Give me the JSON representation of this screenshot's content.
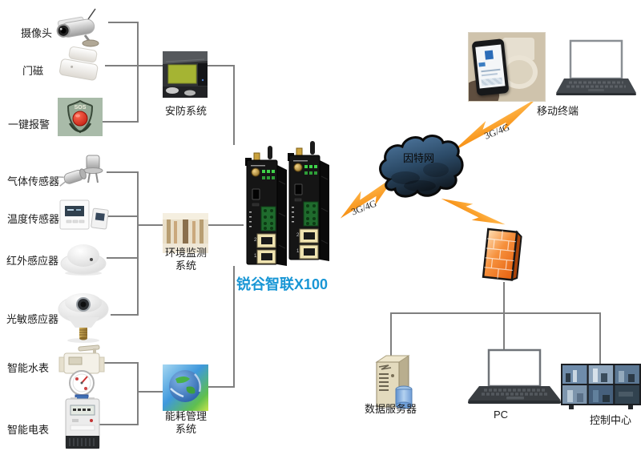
{
  "diagram_type": "network-topology",
  "devices": {
    "camera": {
      "label": "摄像头"
    },
    "door_sensor": {
      "label": "门磁"
    },
    "sos_alarm": {
      "label": "一键报警",
      "badge": "SOS"
    },
    "gas_sensor": {
      "label": "气体传感器"
    },
    "temperature_sensor": {
      "label": "温度传感器"
    },
    "infrared_sensor": {
      "label": "红外感应器"
    },
    "light_sensor": {
      "label": "光敏感应器"
    },
    "water_meter": {
      "label": "智能水表"
    },
    "power_meter": {
      "label": "智能电表"
    }
  },
  "systems": {
    "security": {
      "label": "安防系统"
    },
    "environment": {
      "label_line1": "环境监测",
      "label_line2": "系统"
    },
    "energy": {
      "label_line1": "能耗管理",
      "label_line2": "系统"
    }
  },
  "gateway": {
    "label": "锐谷智联X100",
    "port_labels": [
      "2",
      "1"
    ]
  },
  "internet": {
    "label": "因特网"
  },
  "wireless_links": {
    "gateway_to_internet": "3G/4G",
    "internet_to_mobile": "3G/4G"
  },
  "endpoints": {
    "mobile_terminal": {
      "label": "移动终端"
    },
    "data_server": {
      "label": "数据服务器"
    },
    "pc": {
      "label": "PC"
    },
    "control_center": {
      "label": "控制中心"
    }
  },
  "colors": {
    "bolt_orange": "#F7941E",
    "firewall_orange": "#EE6F1E",
    "cloud_blue_light": "#537DA6",
    "cloud_blue_dark": "#131D27",
    "line_gray": "#7F7F7F",
    "gateway_label_blue": "#1896D5"
  }
}
